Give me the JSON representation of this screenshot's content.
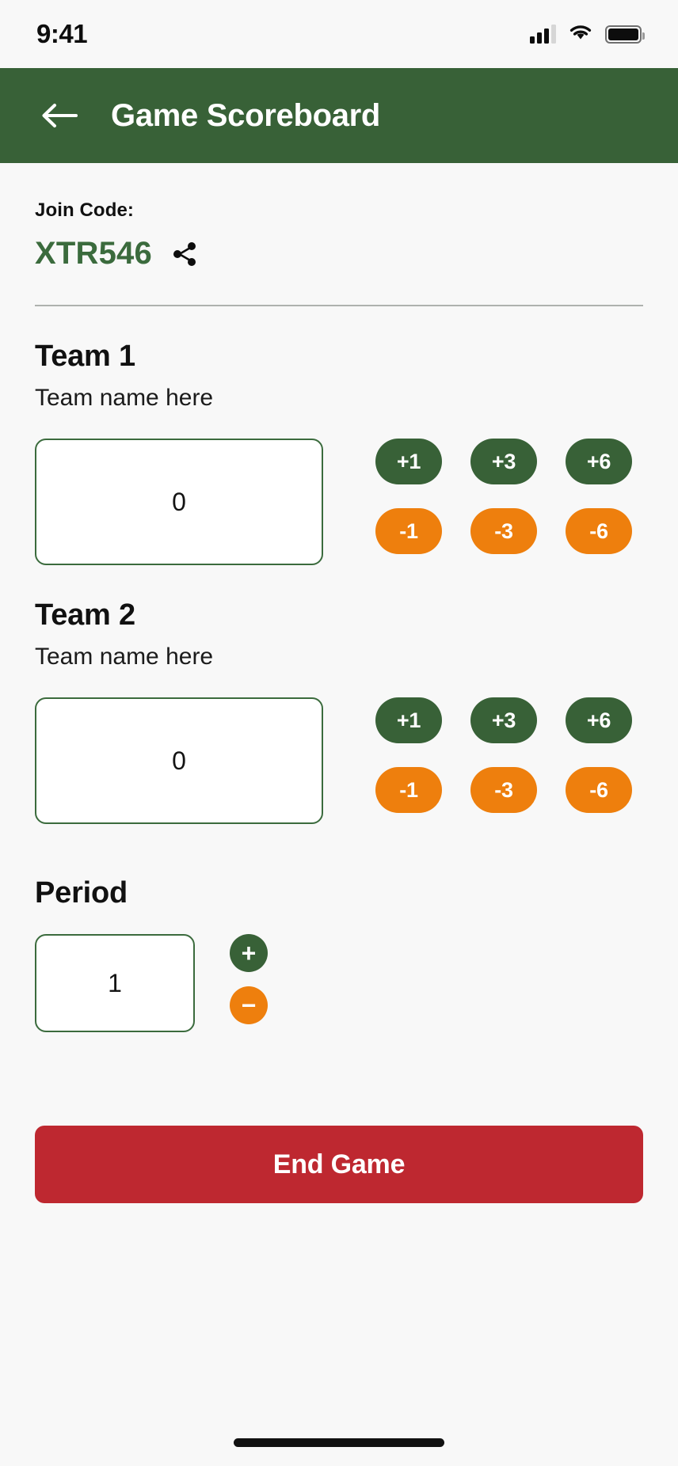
{
  "status_bar": {
    "time": "9:41",
    "cellular_icon": "cellular-signal-icon",
    "wifi_icon": "wifi-icon",
    "battery_icon": "battery-full-icon"
  },
  "app_bar": {
    "back_icon": "back-arrow-icon",
    "title": "Game Scoreboard"
  },
  "join_code": {
    "label": "Join Code:",
    "value": "XTR546",
    "share_icon": "share-icon"
  },
  "teams": [
    {
      "title": "Team 1",
      "name_placeholder": "Team name here",
      "score": "0",
      "add_buttons": [
        "+1",
        "+3",
        "+6"
      ],
      "sub_buttons": [
        "-1",
        "-3",
        "-6"
      ]
    },
    {
      "title": "Team 2",
      "name_placeholder": "Team name here",
      "score": "0",
      "add_buttons": [
        "+1",
        "+3",
        "+6"
      ],
      "sub_buttons": [
        "-1",
        "-3",
        "-6"
      ]
    }
  ],
  "period": {
    "title": "Period",
    "value": "1",
    "increment_label": "+",
    "decrement_label": "−"
  },
  "end_game": {
    "label": "End Game"
  },
  "colors": {
    "primary_green": "#386137",
    "accent_orange": "#ee7f0d",
    "danger_red": "#be2830",
    "background": "#f8f8f8",
    "code_green": "#3b6b3d"
  }
}
